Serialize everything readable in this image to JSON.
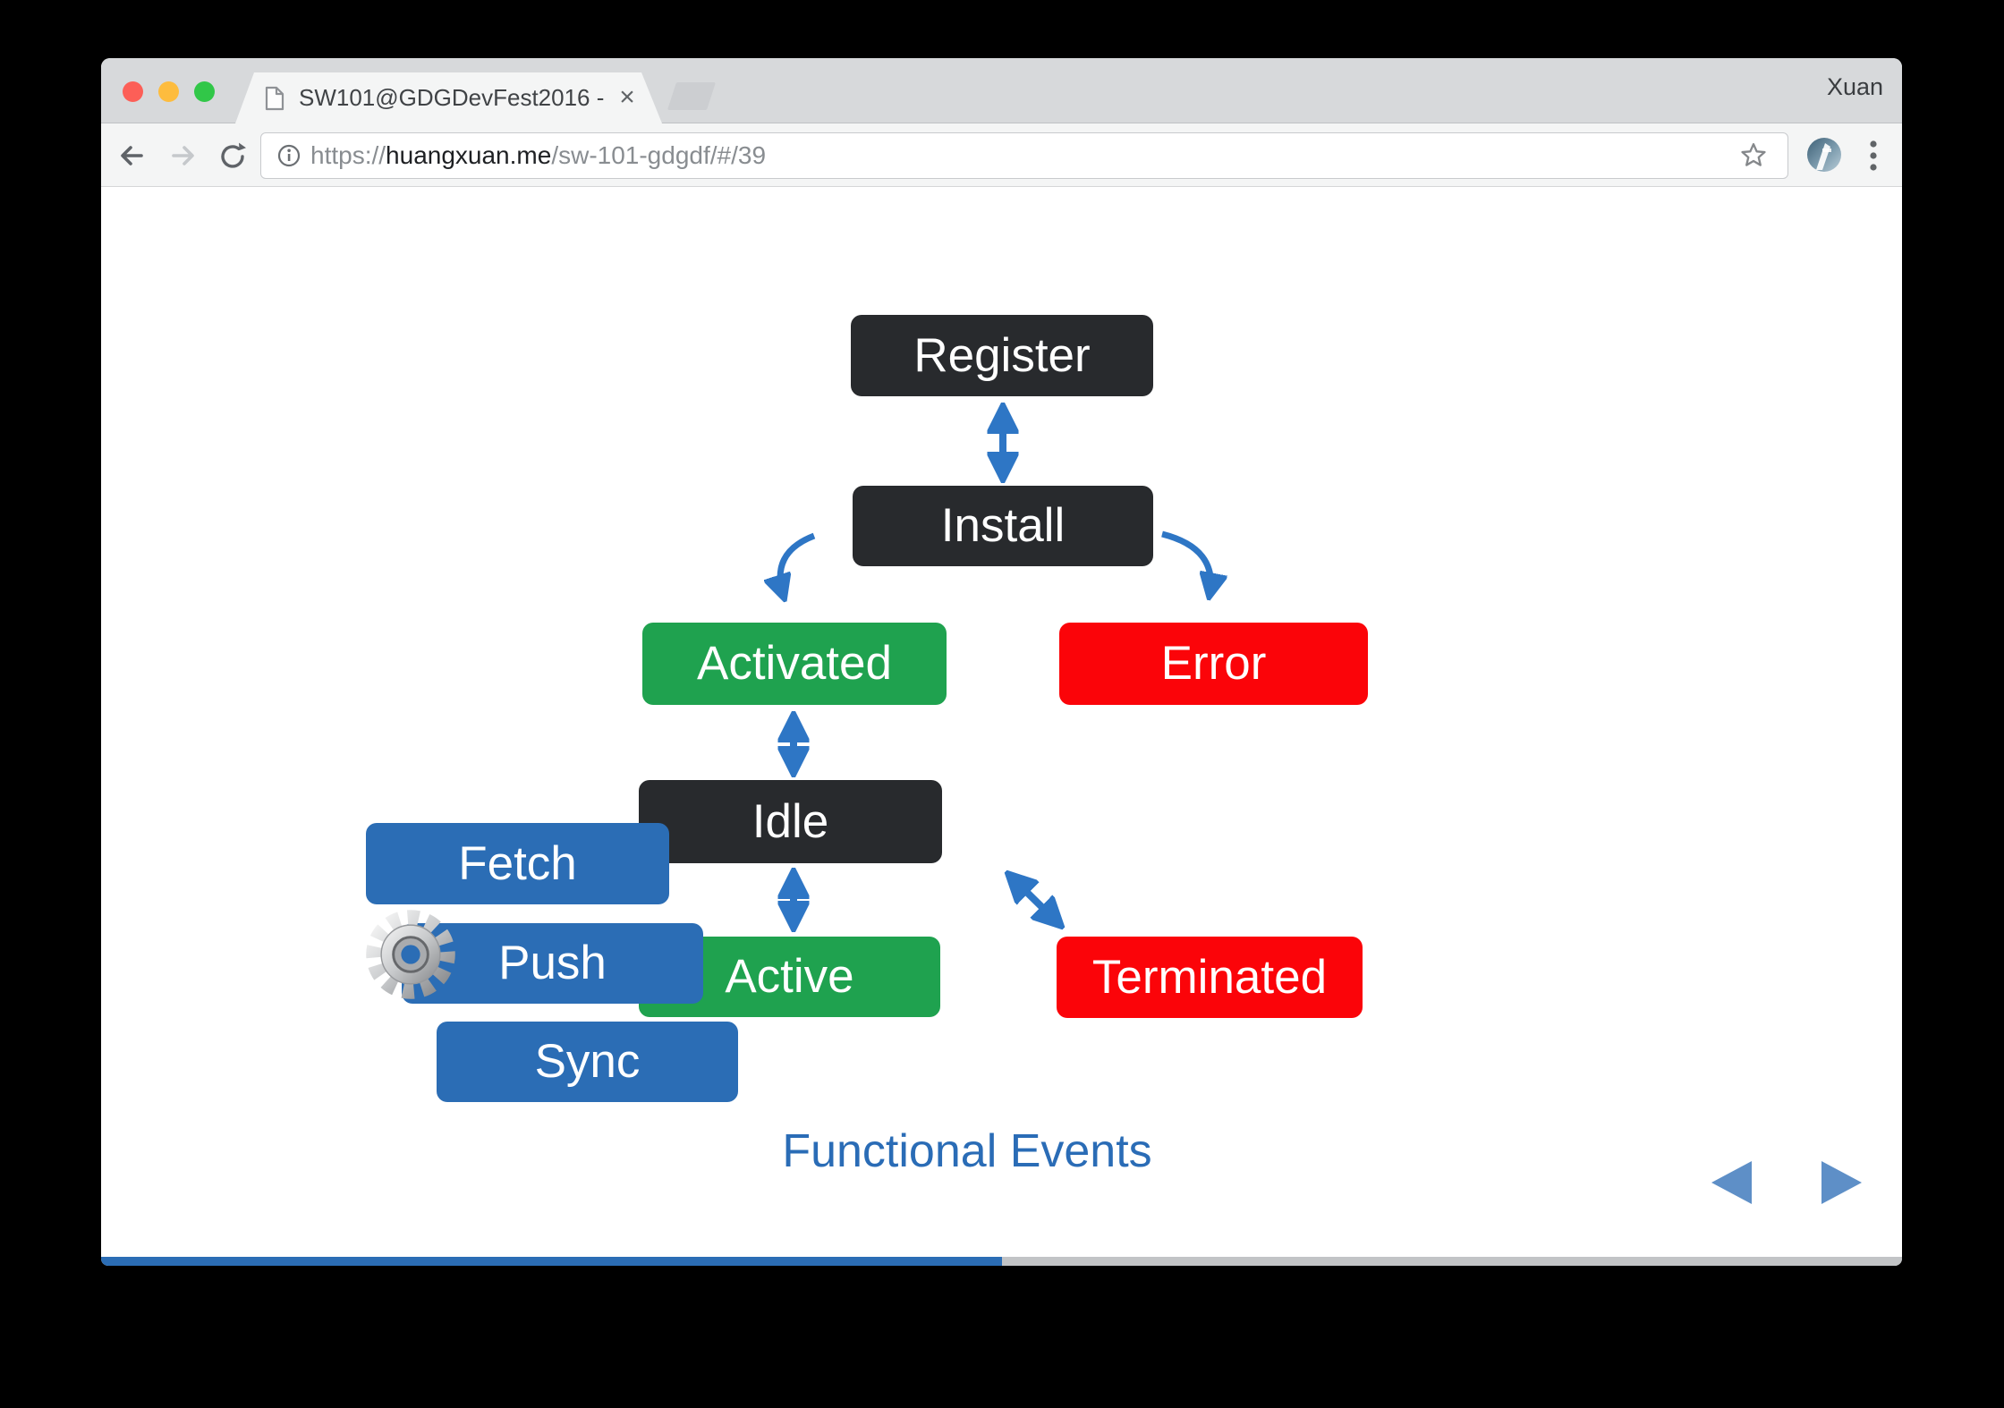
{
  "window": {
    "profile_name": "Xuan"
  },
  "tab": {
    "title": "SW101@GDGDevFest2016 -",
    "title_overflow": "(",
    "close_glyph": "×"
  },
  "address_bar": {
    "scheme": "https://",
    "host": "huangxuan.me",
    "path": "/sw-101-gdgdf/#/39"
  },
  "slide": {
    "nodes": {
      "register": "Register",
      "install": "Install",
      "activated": "Activated",
      "error": "Error",
      "idle": "Idle",
      "active": "Active",
      "terminated": "Terminated",
      "fetch": "Fetch",
      "push": "Push",
      "sync": "Sync"
    },
    "edges": [
      {
        "from": "register",
        "to": "install",
        "type": "double-arrow"
      },
      {
        "from": "install",
        "to": "activated",
        "type": "curved-arrow"
      },
      {
        "from": "install",
        "to": "error",
        "type": "curved-arrow"
      },
      {
        "from": "activated",
        "to": "idle",
        "type": "double-arrow"
      },
      {
        "from": "idle",
        "to": "active",
        "type": "double-arrow"
      },
      {
        "from": "idle",
        "to": "terminated",
        "type": "double-arrow-diagonal"
      }
    ],
    "caption": "Functional Events",
    "progress_percent": 50
  },
  "colors": {
    "dark": "#282a2d",
    "green": "#1fa24f",
    "red": "#fb0409",
    "blue": "#2b6db5",
    "arrow": "#2e76c5",
    "accent": "#2a6cb6",
    "nav": "#5e8fc7"
  }
}
